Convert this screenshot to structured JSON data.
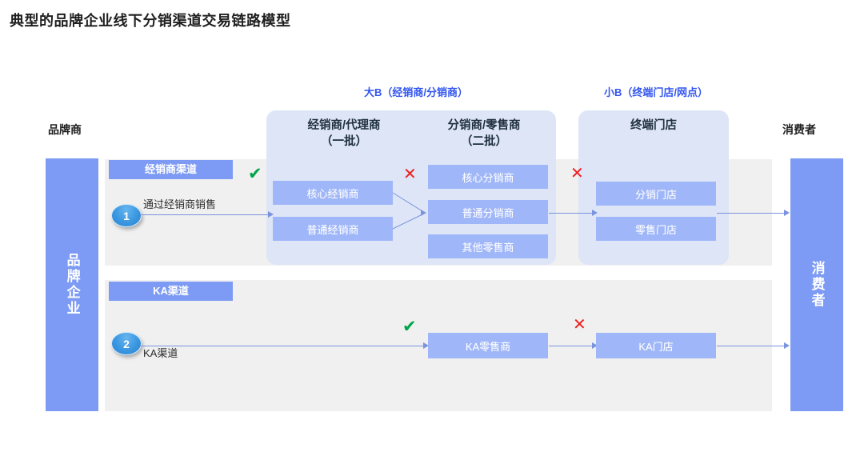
{
  "title": "典型的品牌企业线下分销渠道交易链路模型",
  "group_captions": {
    "big_b": "大B（经销商/分销商）",
    "small_b": "小B（终端门店/网点）"
  },
  "column_headers": {
    "brand": "品牌商",
    "consumer": "消费者"
  },
  "stages": {
    "dealer": "经销商/代理商\n（一批）",
    "distributor": "分销商/零售商\n（二批）",
    "terminal_store": "终端门店"
  },
  "vertical_bars": {
    "brand_enterprise": "品牌企业",
    "consumer": "消费者"
  },
  "channels": [
    {
      "tab": "经销商渠道",
      "badge": "1",
      "flow_label": "通过经销商销售"
    },
    {
      "tab": "KA渠道",
      "badge": "2",
      "flow_label": "KA渠道"
    }
  ],
  "nodes": {
    "core_dealer": "核心经销商",
    "normal_dealer": "普通经销商",
    "core_distributor": "核心分销商",
    "normal_distributor": "普通分销商",
    "other_retailer": "其他零售商",
    "distribution_store": "分销门店",
    "retail_store": "零售门店",
    "ka_retailer": "KA零售商",
    "ka_store": "KA门店"
  },
  "markers": {
    "check": "✔",
    "cross": "✕"
  },
  "colors": {
    "accent_blue": "#7d9bf4",
    "node_blue": "#9fb6f8",
    "stage_bg": "#dde5f7",
    "band_grey": "#f0f0f0",
    "caption_blue": "#3355ee",
    "ok_green": "#00a44a",
    "no_red": "#ee2020",
    "line_blue": "#7a93dd"
  }
}
